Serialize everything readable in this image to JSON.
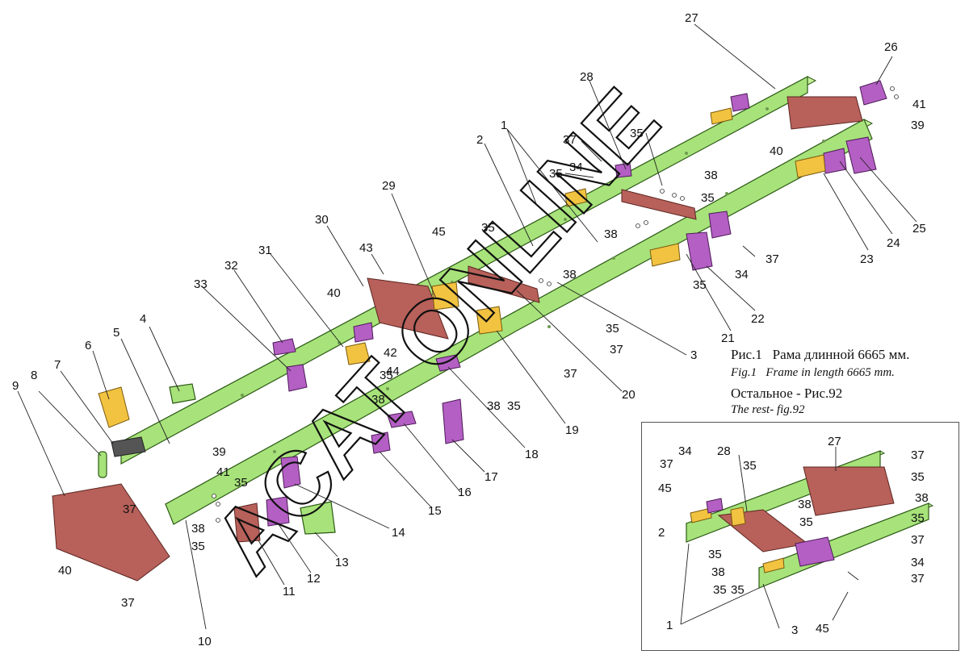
{
  "captions": {
    "ru_fig": "Рис.1",
    "ru_title": "Рама длинной 6665 мм.",
    "en_fig": "Fig.1",
    "en_title": "Frame in length 6665 mm.",
    "rest_ru": "Остальное -  Рис.92",
    "rest_en": "The rest- fig.92"
  },
  "watermark": "ACAT ONLINE",
  "colors": {
    "rail": "#a7e37a",
    "crossmember": "#b8605a",
    "bracket": "#b45fc4",
    "pad": "#f2c340"
  },
  "main_callouts": [
    {
      "id": "c1",
      "label": "1"
    },
    {
      "id": "c2",
      "label": "2"
    },
    {
      "id": "c3",
      "label": "3"
    },
    {
      "id": "c4",
      "label": "4"
    },
    {
      "id": "c5",
      "label": "5"
    },
    {
      "id": "c6",
      "label": "6"
    },
    {
      "id": "c7",
      "label": "7"
    },
    {
      "id": "c8",
      "label": "8"
    },
    {
      "id": "c9",
      "label": "9"
    },
    {
      "id": "c10",
      "label": "10"
    },
    {
      "id": "c11",
      "label": "11"
    },
    {
      "id": "c12",
      "label": "12"
    },
    {
      "id": "c13",
      "label": "13"
    },
    {
      "id": "c14",
      "label": "14"
    },
    {
      "id": "c15",
      "label": "15"
    },
    {
      "id": "c16",
      "label": "16"
    },
    {
      "id": "c17",
      "label": "17"
    },
    {
      "id": "c18",
      "label": "18"
    },
    {
      "id": "c19",
      "label": "19"
    },
    {
      "id": "c20",
      "label": "20"
    },
    {
      "id": "c21",
      "label": "21"
    },
    {
      "id": "c22",
      "label": "22"
    },
    {
      "id": "c23",
      "label": "23"
    },
    {
      "id": "c24",
      "label": "24"
    },
    {
      "id": "c25",
      "label": "25"
    },
    {
      "id": "c26",
      "label": "26"
    },
    {
      "id": "c27",
      "label": "27"
    },
    {
      "id": "c28",
      "label": "28"
    },
    {
      "id": "c29",
      "label": "29"
    },
    {
      "id": "c30",
      "label": "30"
    },
    {
      "id": "c31",
      "label": "31"
    },
    {
      "id": "c32",
      "label": "32"
    },
    {
      "id": "c33",
      "label": "33"
    },
    {
      "id": "c34",
      "label": "34"
    },
    {
      "id": "c35",
      "label": "35"
    },
    {
      "id": "c37",
      "label": "37"
    },
    {
      "id": "c38",
      "label": "38"
    },
    {
      "id": "c39",
      "label": "39"
    },
    {
      "id": "c40",
      "label": "40"
    },
    {
      "id": "c41",
      "label": "41"
    },
    {
      "id": "c42",
      "label": "42"
    },
    {
      "id": "c43",
      "label": "43"
    },
    {
      "id": "c44",
      "label": "44"
    },
    {
      "id": "c45",
      "label": "45"
    }
  ],
  "inset_callouts": [
    "37",
    "34",
    "28",
    "35",
    "27",
    "37",
    "35",
    "45",
    "38",
    "38",
    "2",
    "35",
    "35",
    "35",
    "37",
    "35",
    "38",
    "34",
    "37",
    "35",
    "1",
    "3",
    "45"
  ]
}
